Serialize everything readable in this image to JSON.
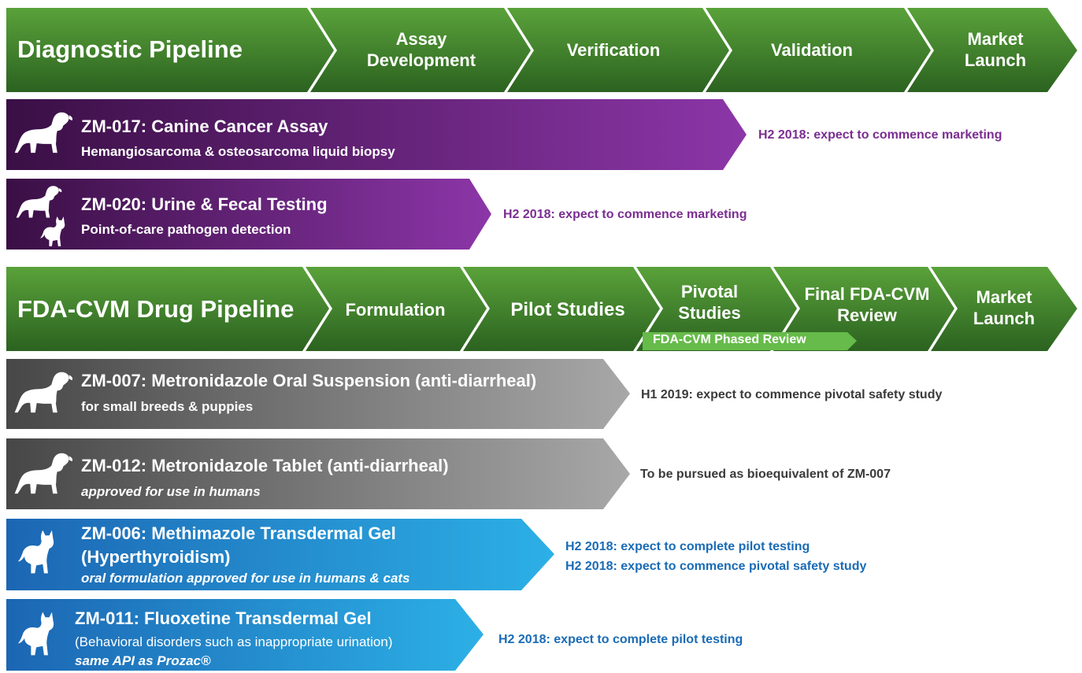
{
  "colors": {
    "green_top": "#5da33b",
    "green_bottom": "#2d6420",
    "purple_dark": "#3d1148",
    "purple_light": "#8a34a6",
    "gray_dark": "#4c4c4c",
    "gray_light": "#a6a6a6",
    "blue_dark": "#1f6fb8",
    "blue_light": "#29a9e1",
    "purple_text": "#7b2d91",
    "gray_text": "#3a3a3a",
    "blue_text": "#1a6bb5",
    "pill_green": "#66bb4a"
  },
  "diagnostic_pipeline": {
    "title": "Diagnostic Pipeline",
    "stages": [
      {
        "line1": "Assay",
        "line2": "Development"
      },
      {
        "line1": "Verification",
        "line2": ""
      },
      {
        "line1": "Validation",
        "line2": ""
      },
      {
        "line1": "Market",
        "line2": "Launch"
      }
    ]
  },
  "diagnostic_products": [
    {
      "title": "ZM-017: Canine Cancer Assay",
      "subtitle": "Hemangiosarcoma & osteosarcoma liquid biopsy",
      "status": [
        "H2 2018: expect to commence marketing"
      ],
      "icons": [
        "dog-icon"
      ]
    },
    {
      "title": "ZM-020: Urine & Fecal Testing",
      "subtitle": "Point-of-care pathogen detection",
      "status": [
        "H2 2018: expect to commence marketing"
      ],
      "icons": [
        "dog-icon",
        "cat-icon"
      ]
    }
  ],
  "drug_pipeline": {
    "title": "FDA-CVM Drug Pipeline",
    "stages": [
      {
        "line1": "Formulation",
        "line2": ""
      },
      {
        "line1": "Pilot Studies",
        "line2": ""
      },
      {
        "line1": "Pivotal",
        "line2": "Studies"
      },
      {
        "line1": "Final FDA-CVM",
        "line2": "Review"
      },
      {
        "line1": "Market",
        "line2": "Launch"
      }
    ],
    "phased_review_label": "FDA-CVM Phased Review"
  },
  "drug_products": [
    {
      "title": "ZM-007: Metronidazole Oral Suspension (anti-diarrheal)",
      "subtitle": "for small breeds & puppies",
      "status": [
        "H1 2019: expect to commence pivotal safety study"
      ],
      "icons": [
        "dog-icon"
      ]
    },
    {
      "title": "ZM-012: Metronidazole Tablet (anti-diarrheal)",
      "subtitle": "approved for use in humans",
      "status": [
        "To be pursued as bioequivalent of ZM-007"
      ],
      "icons": [
        "dog-icon"
      ]
    },
    {
      "title": "ZM-006: Methimazole Transdermal Gel",
      "title2": "(Hyperthyroidism)",
      "subtitle": "oral formulation approved for use in humans & cats",
      "status": [
        "H2 2018: expect to complete pilot testing",
        "H2 2018: expect to commence pivotal safety study"
      ],
      "icons": [
        "cat-icon"
      ]
    },
    {
      "title": "ZM-011: Fluoxetine Transdermal Gel",
      "title2": "(Behavioral disorders such as inappropriate urination)",
      "subtitle": "same API as Prozac®",
      "status": [
        "H2 2018: expect to complete pilot testing"
      ],
      "icons": [
        "cat-icon"
      ]
    }
  ]
}
